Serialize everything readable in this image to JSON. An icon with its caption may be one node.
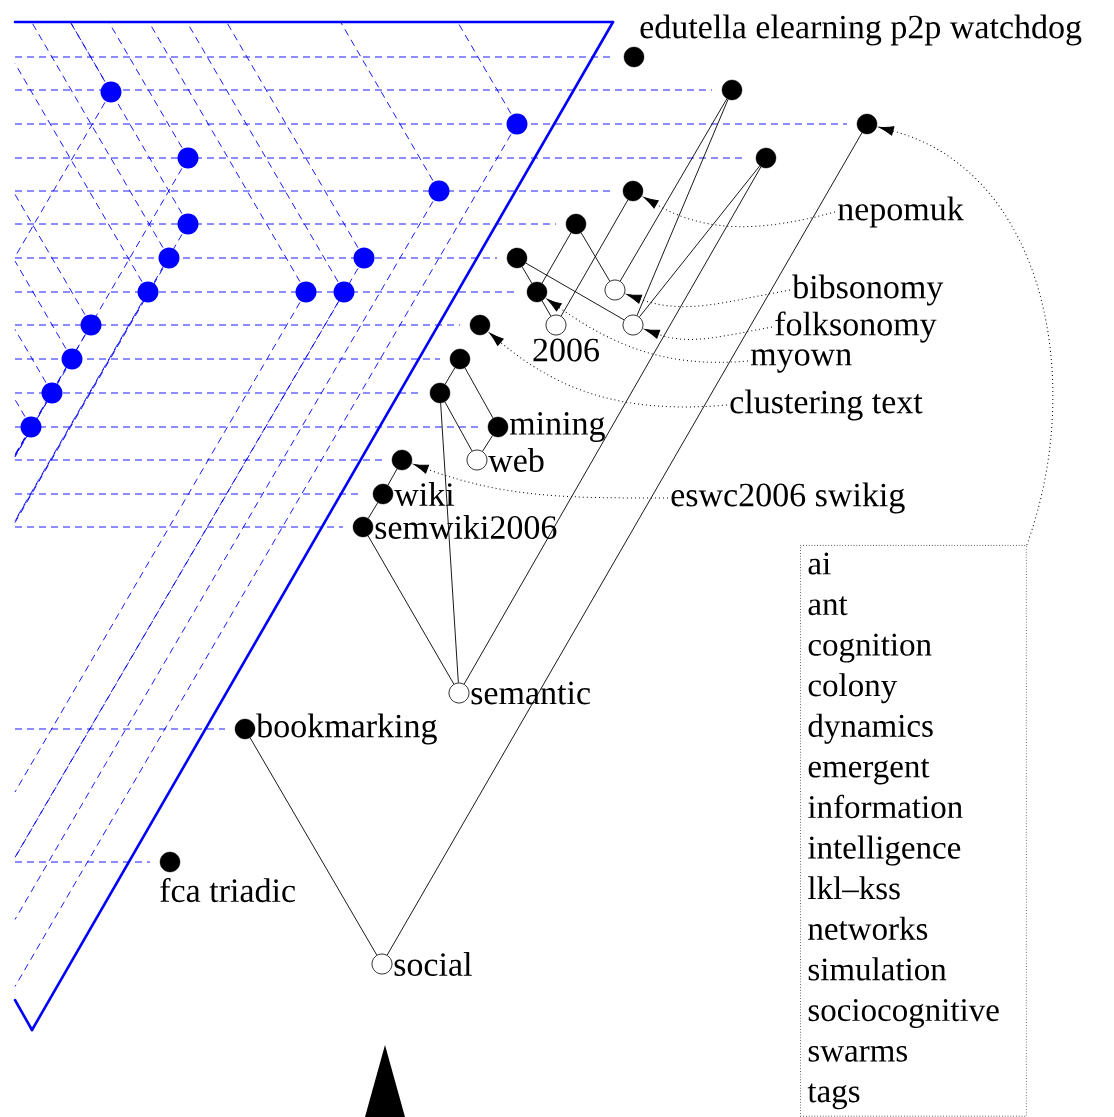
{
  "diagram": {
    "nodes": [
      {
        "text": [],
        "shape": "dot",
        "beside": [
          "edutella elearning p2p watchdog"
        ]
      },
      {
        "text": [],
        "shape": "dot"
      },
      {
        "text": [],
        "shape": "dot"
      },
      {
        "text": [],
        "shape": "dot"
      },
      {
        "text": [],
        "shape": "dot"
      },
      {
        "text": [
          "nepomuk"
        ]
      },
      {
        "text": [],
        "shape": "dot"
      },
      {
        "text": [],
        "shape": "dot"
      },
      {
        "text": [],
        "shape": "circle"
      },
      {
        "text": [
          "bibsonomy"
        ]
      },
      {
        "text": [],
        "shape": "dot"
      },
      {
        "text": [],
        "shape": "circle",
        "beside": [
          "2006"
        ]
      },
      {
        "text": [],
        "shape": "dot"
      },
      {
        "text": [],
        "shape": "circle"
      },
      {
        "text": [
          "folksonomy"
        ]
      },
      {
        "text": [
          "myown"
        ]
      },
      {
        "text": [],
        "shape": "dot"
      },
      {
        "text": [],
        "shape": "dot"
      },
      {
        "text": [
          "clustering text"
        ]
      },
      {
        "text": [],
        "shape": "dot",
        "beside": [
          "mining"
        ]
      },
      {
        "text": [],
        "shape": "dot"
      },
      {
        "text": [],
        "shape": "circle",
        "beside": [
          "web"
        ]
      },
      {
        "text": [],
        "shape": "dot",
        "beside": [
          "wiki"
        ]
      },
      {
        "text": [
          "eswc2006 swikig"
        ]
      },
      {
        "text": [],
        "shape": "dot",
        "beside": [
          "semwiki2006"
        ]
      },
      {
        "text": [
          "ai",
          "ant",
          "cognition",
          "colony",
          "dynamics",
          "emergent",
          "information",
          "intelligence",
          "lkl–kss",
          "networks",
          "simulation",
          "sociocognitive",
          "swarms",
          "tags"
        ]
      },
      {
        "text": [],
        "shape": "circle",
        "beside": [
          "semantic"
        ]
      },
      {
        "text": [],
        "shape": "dot",
        "beside": [
          "bookmarking"
        ]
      },
      {
        "text": [],
        "shape": "dot",
        "beside": [
          "fca triadic"
        ]
      },
      {
        "text": [],
        "shape": "circle",
        "beside": [
          "social"
        ]
      }
    ],
    "edges": [
      {
        "from": 1,
        "to": 8,
        "arrow": "none"
      },
      {
        "from": 1,
        "to": 13,
        "arrow": "none"
      },
      {
        "from": 3,
        "to": 13,
        "arrow": "none"
      },
      {
        "from": 3,
        "to": 26,
        "arrow": "none"
      },
      {
        "from": 2,
        "to": 29,
        "arrow": "none"
      },
      {
        "from": 4,
        "to": 11,
        "arrow": "none"
      },
      {
        "from": 6,
        "to": 10,
        "arrow": "none"
      },
      {
        "from": 6,
        "to": 8,
        "arrow": "none"
      },
      {
        "from": 7,
        "to": 10,
        "arrow": "none"
      },
      {
        "from": 7,
        "to": 13,
        "arrow": "none"
      },
      {
        "from": 10,
        "to": 11,
        "arrow": "none"
      },
      {
        "from": 16,
        "to": 17,
        "arrow": "none"
      },
      {
        "from": 16,
        "to": 19,
        "arrow": "none"
      },
      {
        "from": 17,
        "to": 21,
        "arrow": "none"
      },
      {
        "from": 19,
        "to": 21,
        "arrow": "none"
      },
      {
        "from": 17,
        "to": 26,
        "arrow": "none"
      },
      {
        "from": 20,
        "to": 22,
        "arrow": "none"
      },
      {
        "from": 22,
        "to": 24,
        "arrow": "none"
      },
      {
        "from": 24,
        "to": 26,
        "arrow": "none"
      },
      {
        "from": 27,
        "to": 29,
        "arrow": "none"
      },
      {
        "from": 5,
        "to": 4,
        "arrow": "to",
        "style": "dashed"
      },
      {
        "from": 9,
        "to": 8,
        "arrow": "to",
        "style": "dashed"
      },
      {
        "from": 14,
        "to": 13,
        "arrow": "to",
        "style": "dashed"
      },
      {
        "from": 15,
        "to": 10,
        "arrow": "to",
        "style": "dashed"
      },
      {
        "from": 18,
        "to": 12,
        "arrow": "to",
        "style": "dashed"
      },
      {
        "from": 23,
        "to": 20,
        "arrow": "to",
        "style": "dashed"
      },
      {
        "from": 25,
        "to": 2,
        "arrow": "to",
        "style": "dashed"
      }
    ]
  }
}
